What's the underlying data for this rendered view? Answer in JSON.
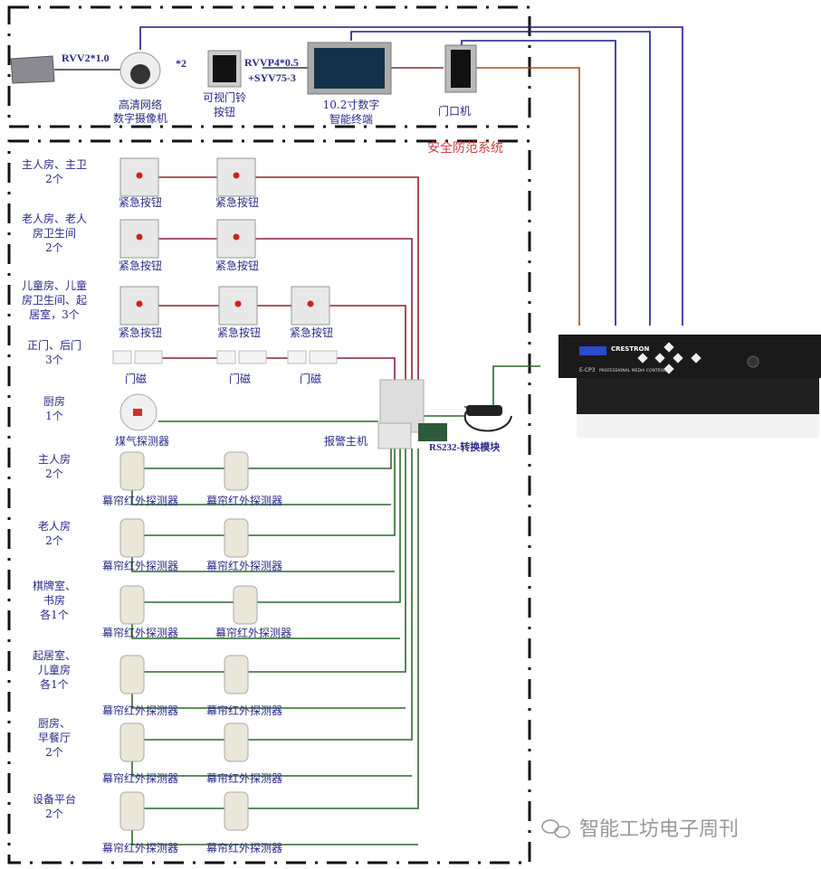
{
  "top": {
    "cable_1": "RVV2*1.0",
    "camera_count": "*2",
    "camera_label": [
      "高清网络",
      "数字摄像机"
    ],
    "doorbell_label": [
      "可视门铃",
      "按钮"
    ],
    "cable_2": [
      "RVVP4*0.5",
      "+SYV75-3"
    ],
    "terminal_label": [
      "10.2寸数字",
      "智能终端"
    ],
    "door_unit_label": "门口机"
  },
  "system_title": "安全防范系统",
  "rows": [
    {
      "room": [
        "主人房、主卫",
        "2个"
      ],
      "type": "button",
      "device_label": "紧急按钮",
      "count": 2
    },
    {
      "room": [
        "老人房、老人",
        "房卫生间",
        "2个"
      ],
      "type": "button",
      "device_label": "紧急按钮",
      "count": 2
    },
    {
      "room": [
        "儿童房、儿童",
        "房卫生间、起",
        "居室，3个"
      ],
      "type": "button",
      "device_label": "紧急按钮",
      "count": 3
    },
    {
      "room": [
        "正门、后门",
        "3个"
      ],
      "type": "door",
      "device_label": "门磁",
      "count": 3
    },
    {
      "room": [
        "厨房",
        "1个"
      ],
      "type": "gas",
      "device_label": "煤气探测器",
      "count": 1
    },
    {
      "room": [
        "主人房",
        "2个"
      ],
      "type": "pir",
      "device_label": "幕帘红外探测器",
      "count": 2
    },
    {
      "room": [
        "老人房",
        "2个"
      ],
      "type": "pir",
      "device_label": "幕帘红外探测器",
      "count": 2
    },
    {
      "room": [
        "棋牌室、",
        "书房",
        "各1个"
      ],
      "type": "pir",
      "device_label": "幕帘红外探测器",
      "count": 2
    },
    {
      "room": [
        "起居室、",
        "儿童房",
        "各1个"
      ],
      "type": "pir",
      "device_label": "幕帘红外探测器",
      "count": 2
    },
    {
      "room": [
        "厨房、",
        "早餐厅",
        "2个"
      ],
      "type": "pir",
      "device_label": "幕帘红外探测器",
      "count": 2
    },
    {
      "room": [
        "设备平台",
        "2个"
      ],
      "type": "pir",
      "device_label": "幕帘红外探测器",
      "count": 2
    }
  ],
  "alarm_host_label": "报警主机",
  "rs232_label": "RS232-转换模块",
  "controller": {
    "brand": "CRESTRON",
    "model": "E-CP3",
    "subtitle": "PROFESSIONAL MEDIA CONTROL"
  },
  "watermark": "智能工坊电子周刊",
  "colors": {
    "blue": "#1a1a8c",
    "red": "#8c2030",
    "green": "#2a6a2a",
    "brown": "#a05020",
    "text": "#2a2a8a"
  }
}
